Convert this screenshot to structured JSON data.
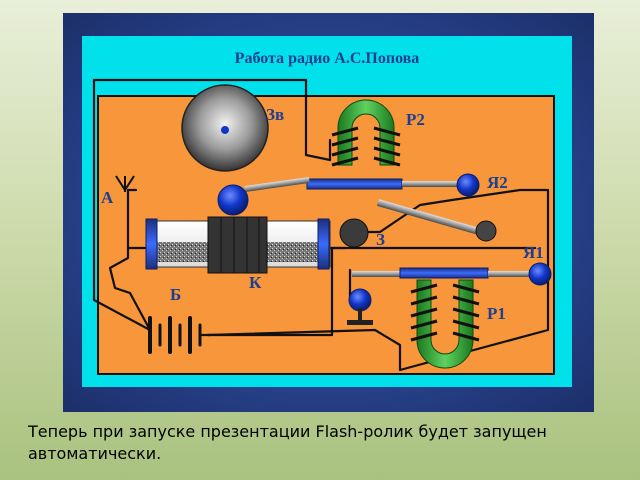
{
  "slide": {
    "title": "Работа радио А.С.Попова",
    "caption": "  Теперь при запуске презентации Flash-ролик будет запущен автоматически."
  },
  "diagram": {
    "labels": {
      "bell": "Зв",
      "relay2": "Р2",
      "armature2": "Я2",
      "antenna": "А",
      "hammer": "З",
      "armature1": "Я1",
      "coherer": "К",
      "battery": "Б",
      "relay1": "Р1"
    },
    "colors": {
      "frame": "#27418a",
      "panel": "#00e1ec",
      "board": "#f7963a",
      "magnet": "#2ea832",
      "contact": "#1036c9",
      "wire": "#111111"
    }
  }
}
